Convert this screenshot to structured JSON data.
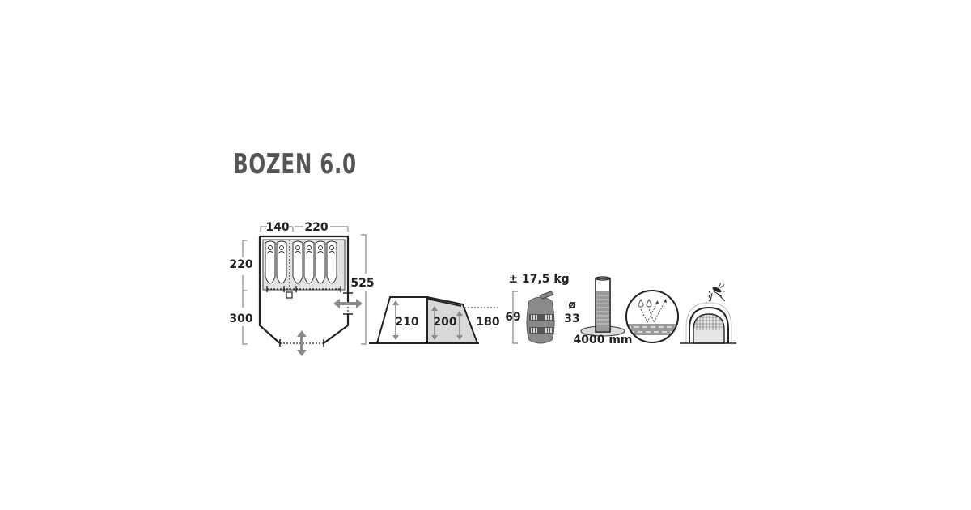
{
  "product": {
    "title": "BOZEN 6.0"
  },
  "floor_plan": {
    "width_left_cabin": "140",
    "width_right_cabin": "220",
    "depth_cabins": "220",
    "depth_vestibule": "300",
    "total_length": "525",
    "sleeping_places": 6
  },
  "side_profile": {
    "height_front": "210",
    "height_middle": "200",
    "height_rear": "180"
  },
  "pack": {
    "weight": "± 17,5 kg",
    "length": "69",
    "diameter_symbol": "ø",
    "diameter": "33"
  },
  "water_column": {
    "value": "4000 mm"
  },
  "icons": [
    "floor-plan-diagram",
    "side-profile-diagram",
    "pack-bag-icon",
    "water-column-icon",
    "breathable-fabric-icon",
    "mosquito-net-icon"
  ],
  "colors": {
    "title": "#555555",
    "line": "#222222",
    "fill_gray": "#d9d9d9",
    "arrow_gray": "#8a8a8a"
  }
}
